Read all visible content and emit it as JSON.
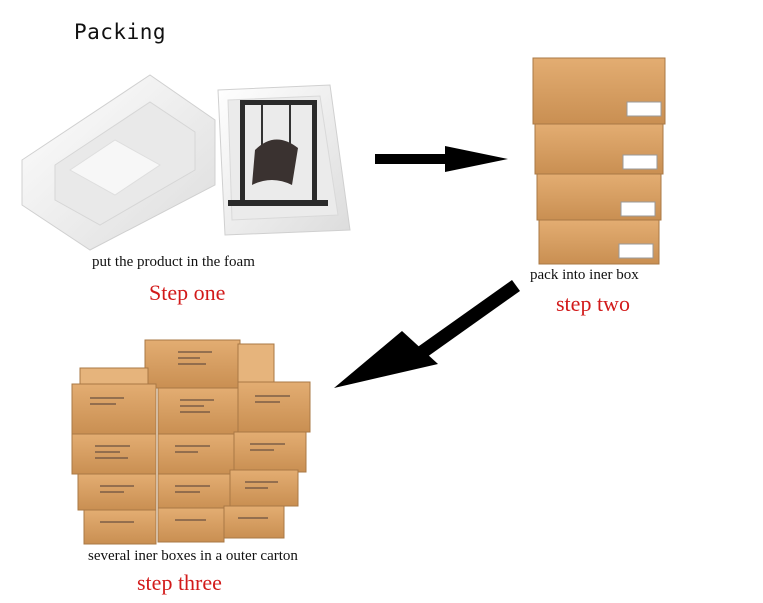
{
  "title": "Packing",
  "steps": [
    {
      "caption": "put the product in the foam",
      "label": "Step one"
    },
    {
      "caption": "pack into iner box",
      "label": "step two"
    },
    {
      "caption": "several iner boxes in a outer carton",
      "label": "step three"
    }
  ],
  "colors": {
    "step_label": "#d21a1a",
    "carton": "#d9a062",
    "foam": "#f2f2f2",
    "arrow": "#000000"
  }
}
